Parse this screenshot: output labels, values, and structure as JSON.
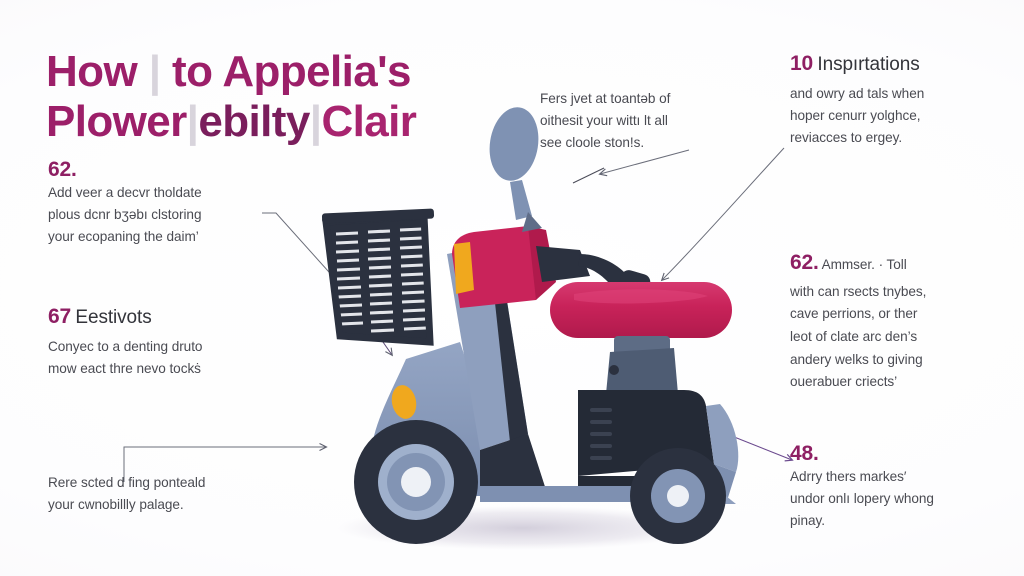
{
  "title": {
    "line1_a": "How",
    "line1_sep": "|",
    "line1_b": "to Appelia's",
    "line2_a": "Plower",
    "line2_sep1": "|",
    "line2_b": "ebilty",
    "line2_sep2": "|",
    "line2_c": "Clair"
  },
  "blocks": {
    "left_1": {
      "number": "62.",
      "line1": "Add veer a decvr tholdate",
      "line2": "plous dcnr bʒəbı clstoring",
      "line3": "your ecopaning the daim’"
    },
    "left_2": {
      "number": "67",
      "heading": "Eestivots",
      "line1": "Conyec to a denting druto",
      "line2": "mow eact thre nevo tockṡ"
    },
    "left_3": {
      "line1": "Rere scted d fing ponteald",
      "line2": "your cwnobillly palage."
    },
    "top_center": {
      "line1": "Fers jvet at toantəb of",
      "line2": "oithesit your wittı lt all",
      "line3": "see cloole ston!s."
    },
    "right_1": {
      "number": "10",
      "heading": "Inspırtations",
      "line1": "and owry ad tals when",
      "line2": "hoper cenurr yolghce,",
      "line3": "reviacces to ergey."
    },
    "right_2": {
      "number": "62.",
      "line1": "Ammser. · Toll",
      "line2": "with can rsects tnybes,",
      "line3": "cave perrions, or ther",
      "line4": "leot of clate arc den’s",
      "line5": "andery welks to giving",
      "line6": "ouerabuer criects’"
    },
    "right_3": {
      "number": "48.",
      "line1": "Adrry thers markes′",
      "line2": "undor onlı lopery whong",
      "line3": "pinay."
    }
  },
  "illustration": {
    "subject": "mobility-scooter",
    "parts": [
      "front-basket",
      "handlebar-column",
      "mirror",
      "front-fairing",
      "turn-signal-light",
      "seat",
      "seat-post",
      "rear-body",
      "front-wheel",
      "rear-wheel",
      "floor-deck",
      "ground-shadow"
    ]
  },
  "colors": {
    "title_magenta": "#9c1f69",
    "title_separator": "#d8d4dc",
    "number_accent": "#8e1f63",
    "body_text": "#4a4b52",
    "heading_text": "#33343a",
    "scooter_body_blue": "#8e9fbe",
    "scooter_body_blue_dark": "#7c8dad",
    "scooter_dark_navy": "#2b313f",
    "scooter_dark_navy_2": "#242a36",
    "seat_crimson": "#c9235a",
    "seat_crimson_light": "#d8366d",
    "signal_orange": "#f0a81e",
    "wheel_rim": "#9fb0cc",
    "wheel_hub": "#eef1f6",
    "connector_gray": "#6b6e7a",
    "connector_purple": "#6b4a8e",
    "background": "#fdfdfe"
  }
}
